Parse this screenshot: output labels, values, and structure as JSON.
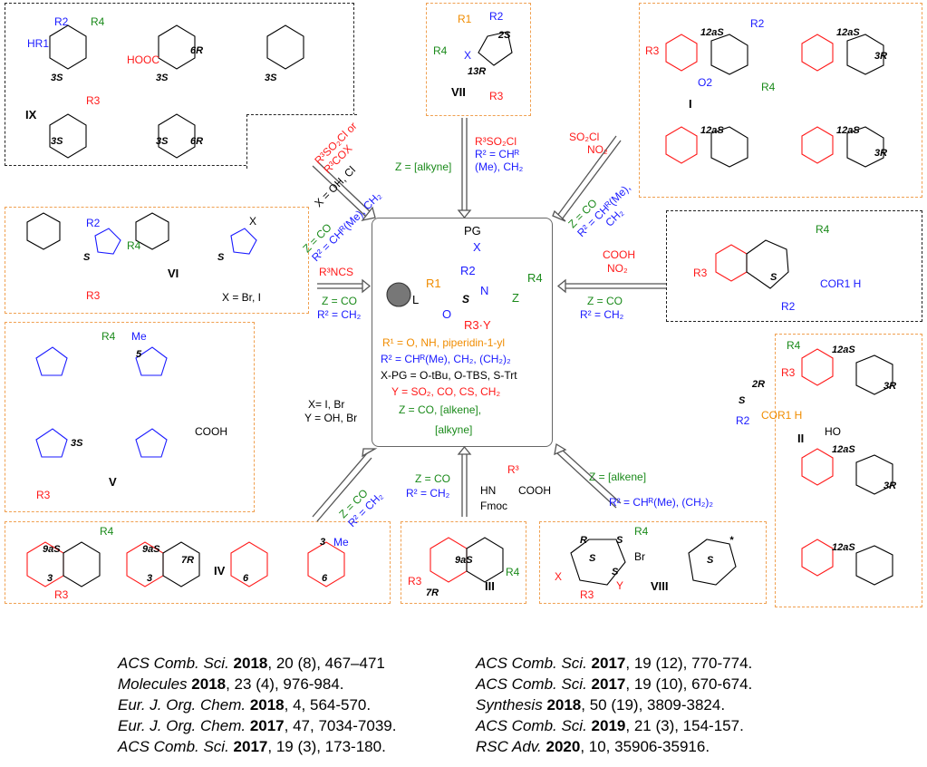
{
  "compounds": {
    "IX": {
      "id": "IX",
      "stereo": [
        "3S",
        "3S",
        "6R",
        "3S",
        "3S",
        "3S",
        "6R"
      ],
      "substituents": [
        "HR1",
        "R2",
        "R4",
        "R3",
        "HOOC"
      ]
    },
    "VII": {
      "id": "VII",
      "stereo": [
        "2S",
        "13R"
      ],
      "substituents": [
        "R1",
        "R2",
        "R4",
        "X",
        "R3"
      ]
    },
    "I": {
      "id": "I",
      "stereo": [
        "12aS",
        "12aS",
        "3R",
        "12aS",
        "12aS",
        "3R"
      ],
      "substituents": [
        "R3",
        "R2",
        "R4",
        "O2"
      ]
    },
    "VI": {
      "id": "VI",
      "stereo": [
        "S",
        "S"
      ],
      "note": "X = Br, I",
      "substituents": [
        "R2",
        "R3",
        "R4",
        "X"
      ]
    },
    "BZD": {
      "stereo": [
        "S"
      ],
      "substituents": [
        "R3",
        "R4",
        "COR1 H",
        "R2"
      ]
    },
    "V": {
      "id": "V",
      "stereo": [
        "5",
        "3S"
      ],
      "substituents": [
        "R4",
        "Me",
        "R3",
        "COOH"
      ]
    },
    "II": {
      "id": "II",
      "stereo": [
        "2R",
        "S",
        "12aS",
        "3R",
        "12aS",
        "3R",
        "12aS"
      ],
      "substituents": [
        "R3",
        "R4",
        "COR1 H",
        "R2",
        "HO"
      ]
    },
    "IV": {
      "id": "IV",
      "stereo": [
        "9aS",
        "3",
        "9aS",
        "7R",
        "3",
        "6",
        "3",
        "6"
      ],
      "substituents": [
        "R3",
        "R4",
        "Me"
      ]
    },
    "III": {
      "id": "III",
      "stereo": [
        "9aS",
        "7R"
      ],
      "substituents": [
        "R3",
        "R4"
      ]
    },
    "VIII": {
      "id": "VIII",
      "stereo": [
        "R",
        "S",
        "S",
        "S",
        "S",
        "*"
      ],
      "substituents": [
        "R3",
        "R4",
        "Br",
        "X",
        "Y"
      ]
    }
  },
  "center": {
    "pg": "PG",
    "x": "X",
    "r1": "R1",
    "r2": "R2",
    "l": "L",
    "s": "S",
    "n": "N",
    "z": "Z",
    "r4": "R4",
    "o": "O",
    "r3y": "R3·Y",
    "lines": [
      "R¹ = O, NH, piperidin-1-yl",
      "R² = CHᴿ(Me), CH₂, (CH₂)₂",
      "X-PG = O-tBu, O-TBS, S-Trt",
      "Y = SO₂, CO, CS, CH₂",
      "Z = CO, [alkene],",
      "[alkyne]"
    ]
  },
  "arrows": {
    "top_left": [
      "R³SO₂Cl or",
      "R³COX",
      "X = OH, Cl",
      "Z = CO",
      "R² = CHᴿ(Me), CH₂"
    ],
    "top": [
      "Z = [alkyne]",
      "R³SO₂Cl",
      "R² = CHᴿ",
      "(Me), CH₂"
    ],
    "top_right": [
      "SO₂Cl",
      "NO₂",
      "Z = CO",
      "R² = CHᴿ(Me),",
      "CH₂"
    ],
    "left": [
      "R³NCS",
      "Z = CO",
      "R² = CH₂"
    ],
    "right": [
      "COOH",
      "NO₂",
      "Z = CO",
      "R² = CH₂"
    ],
    "bottom_left": [
      "X= I, Br",
      "Y = OH, Br",
      "Z = CO",
      "R² = CH₂"
    ],
    "bottom": [
      "Z = CO",
      "R² = CH₂",
      "COOH",
      "HN",
      "Fmoc",
      "R³"
    ],
    "bottom_right": [
      "Z = [alkene]",
      "R² = CHᴿ(Me), (CH₂)₂"
    ]
  },
  "references": {
    "left": [
      {
        "journal": "ACS Comb. Sci.",
        "year": "2018",
        "rest": ", 20 (8), 467–471"
      },
      {
        "journal": "Molecules",
        "year": "2018",
        "rest": ", 23 (4), 976-984."
      },
      {
        "journal": "Eur. J. Org. Chem.",
        "year": "2018",
        "rest": ", 4, 564-570."
      },
      {
        "journal": "Eur. J. Org. Chem.",
        "year": "2017",
        "rest": ", 47, 7034-7039."
      },
      {
        "journal": "ACS Comb. Sci.",
        "year": "2017",
        "rest": ", 19 (3), 173-180."
      }
    ],
    "right": [
      {
        "journal": "ACS Comb. Sci.",
        "year": "2017",
        "rest": ", 19 (12), 770-774."
      },
      {
        "journal": "ACS Comb. Sci.",
        "year": "2017",
        "rest": ", 19 (10), 670-674."
      },
      {
        "journal": "Synthesis",
        "year": "2018",
        "rest": ", 50 (19), 3809-3824."
      },
      {
        "journal": "ACS Comb. Sci.",
        "year": "2019",
        "rest": ", 21 (3), 154-157."
      },
      {
        "journal": "RSC Adv.",
        "year": "2020",
        "rest": ", 10, 35906-35916."
      }
    ]
  },
  "colors": {
    "orange_box": "#f0a050",
    "blue": "#1a1aff",
    "red": "#ff1a1a",
    "green": "#1a8a1a",
    "orange": "#f08c00"
  }
}
